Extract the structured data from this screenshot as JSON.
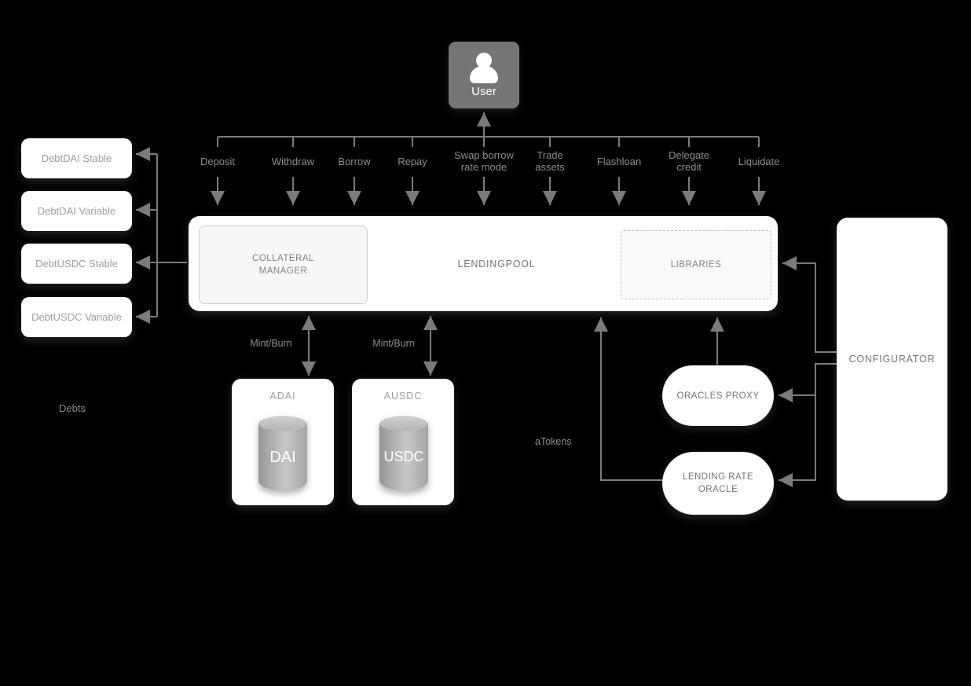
{
  "diagram": {
    "user": {
      "label": "User",
      "icon": "person-icon"
    },
    "actions": [
      {
        "label": "Deposit"
      },
      {
        "label": "Withdraw"
      },
      {
        "label": "Borrow"
      },
      {
        "label": "Repay"
      },
      {
        "label": "Swap borrow\nrate mode"
      },
      {
        "label": "Trade\nassets"
      },
      {
        "label": "Flashloan"
      },
      {
        "label": "Delegate\ncredit"
      },
      {
        "label": "Liquidate"
      }
    ],
    "lendingpool": {
      "label": "LENDINGPOOL",
      "collateral_manager": {
        "label": "COLLATERAL\nMANAGER"
      },
      "libraries": {
        "label": "LIBRARIES"
      }
    },
    "debt_tokens": {
      "group_label": "Debts",
      "items": [
        {
          "label": "DebtDAI Stable"
        },
        {
          "label": "DebtDAI Variable"
        },
        {
          "label": "DebtUSDC Stable"
        },
        {
          "label": "DebtUSDC Variable"
        }
      ]
    },
    "atokens": {
      "group_label": "aTokens",
      "mint_burn_label": "Mint/Burn",
      "items": [
        {
          "title": "ADAI",
          "asset": "DAI"
        },
        {
          "title": "AUSDC",
          "asset": "USDC"
        }
      ]
    },
    "oracles": {
      "proxy_label": "ORACLES PROXY",
      "lending_rate_label": "LENDING RATE\nORACLE"
    },
    "configurator": {
      "label": "CONFIGURATOR"
    }
  },
  "colors": {
    "background": "#000000",
    "connector": "#7b7b7b",
    "node_fill": "#ffffff",
    "node_text": "#757575",
    "muted_text": "#8d8d8d",
    "user_fill": "#757575",
    "user_text": "#ffffff",
    "cylinder": "#ababab"
  }
}
